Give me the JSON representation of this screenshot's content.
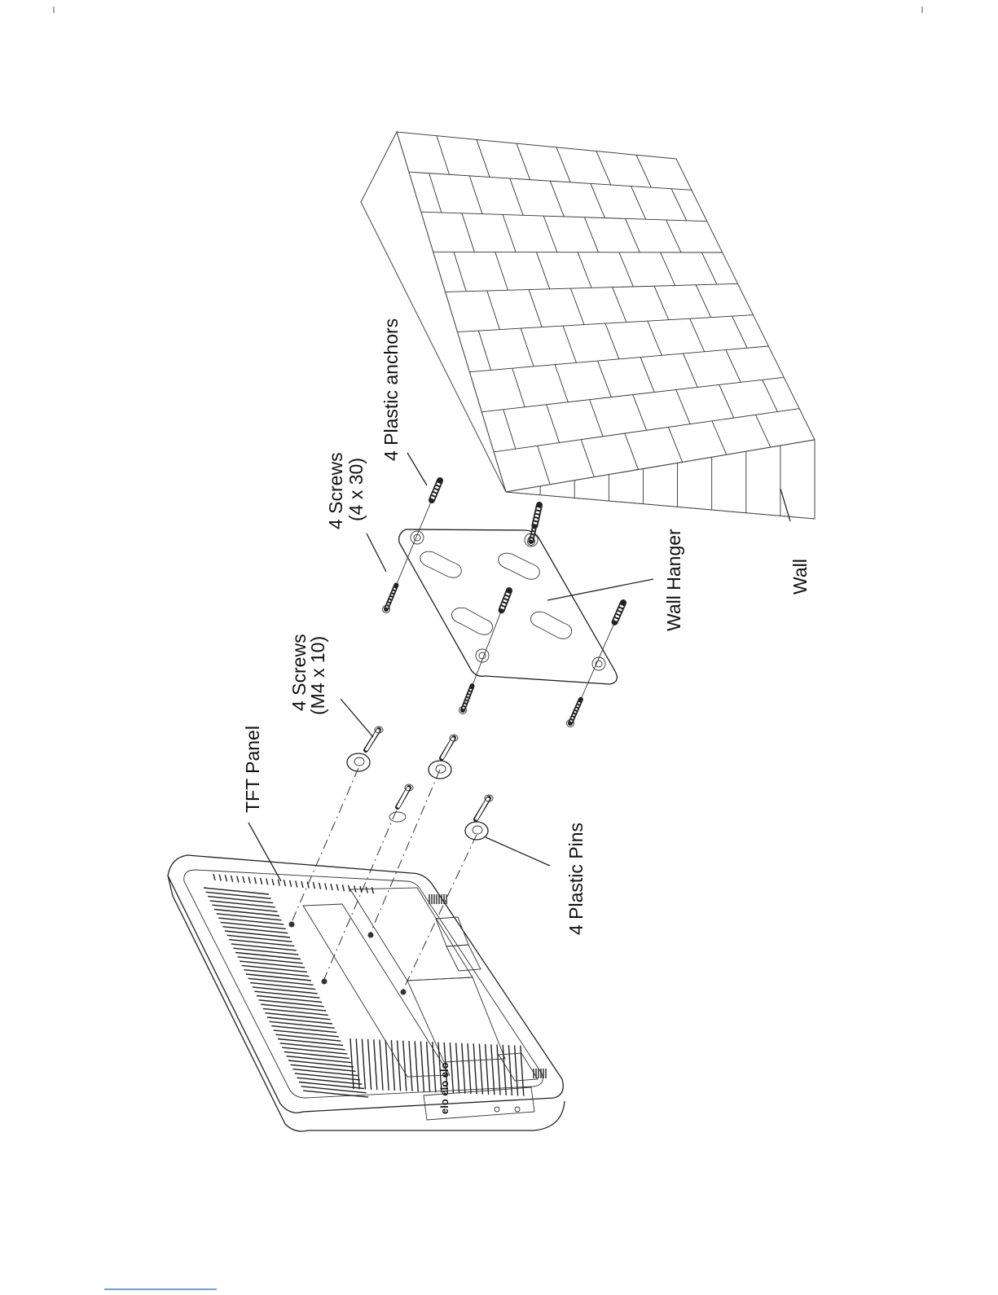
{
  "diagram": {
    "labels": {
      "tft_panel": "TFT Panel",
      "screws_m4_line1": "4 Screws",
      "screws_m4_line2": "(M4 x 10)",
      "screws_4x30_line1": "4 Screws",
      "screws_4x30_line2": "(4 x 30)",
      "plastic_anchors": "4 Plastic anchors",
      "wall_hanger": "Wall Hanger",
      "wall": "Wall",
      "plastic_pins": "4 Plastic Pins"
    },
    "brand_logo": "elo elo elo",
    "orientation": "rotated 90° counter-clockwise"
  }
}
